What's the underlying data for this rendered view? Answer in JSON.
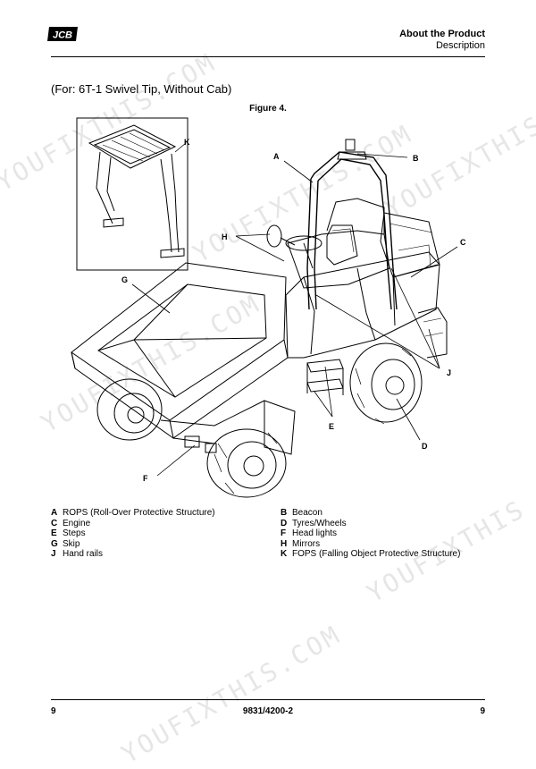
{
  "header": {
    "logo_text": "JCB",
    "title": "About the Product",
    "subtitle": "Description"
  },
  "page_subtitle": "(For: 6T-1 Swivel Tip, Without Cab)",
  "figure": {
    "title": "Figure 4.",
    "callouts": [
      "A",
      "B",
      "C",
      "D",
      "E",
      "F",
      "G",
      "H",
      "J",
      "K"
    ]
  },
  "legend": {
    "left": [
      {
        "letter": "A",
        "text": "ROPS (Roll-Over Protective Structure)"
      },
      {
        "letter": "C",
        "text": "Engine"
      },
      {
        "letter": "E",
        "text": "Steps"
      },
      {
        "letter": "G",
        "text": "Skip"
      },
      {
        "letter": "J",
        "text": "Hand rails"
      }
    ],
    "right": [
      {
        "letter": "B",
        "text": "Beacon"
      },
      {
        "letter": "D",
        "text": "Tyres/Wheels"
      },
      {
        "letter": "F",
        "text": "Head lights"
      },
      {
        "letter": "H",
        "text": "Mirrors"
      },
      {
        "letter": "K",
        "text": "FOPS (Falling Object Protective Structure)"
      }
    ]
  },
  "footer": {
    "left": "9",
    "center": "9831/4200-2",
    "right": "9"
  },
  "watermarks": [
    "YOUFIXTHIS.COM",
    "YOUFIXTHIS.COM",
    "YOUFIXTHIS",
    "YOUFIXTHIS.COM",
    "YOUFIXTHIS",
    "YOUFIXTHIS.COM"
  ]
}
